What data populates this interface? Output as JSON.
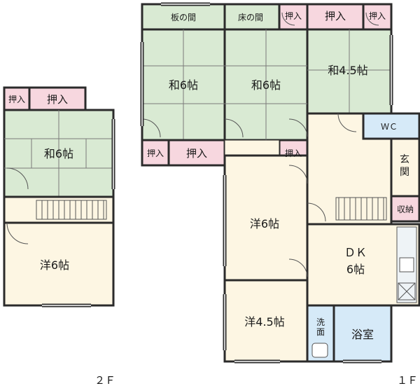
{
  "colors": {
    "tatami": "#d9ead3",
    "flooring": "#fdf6e3",
    "storage": "#f7d7df",
    "water": "#d6eaf8",
    "wall": "#2b2b2b",
    "line": "#7a7a7a"
  },
  "floor2": {
    "label": "２Ｆ",
    "rooms": {
      "closet_small": "押入",
      "closet": "押入",
      "washitsu": "和6帖",
      "youshitsu": "洋6帖"
    }
  },
  "floor1": {
    "label": "１Ｆ",
    "rooms": {
      "itanoma": "板の間",
      "tokonoma": "床の間",
      "closet_top_1": "押入",
      "closet_top_2": "押入",
      "closet_top_3": "押入",
      "washitsu_left": "和6帖",
      "washitsu_mid": "和6帖",
      "washitsu_right": "和4.5帖",
      "closet_bottom_1": "押入",
      "closet_bottom_2": "押入",
      "closet_bottom_3": "押入",
      "wc": "ＷＣ",
      "genkan": "玄関",
      "shuno": "収納",
      "youshitsu_6": "洋6帖",
      "dk": "ＤＫ",
      "dk_size": "6帖",
      "youshitsu_45": "洋4.5帖",
      "senmen": "洗面",
      "yokushitsu": "浴室"
    }
  }
}
